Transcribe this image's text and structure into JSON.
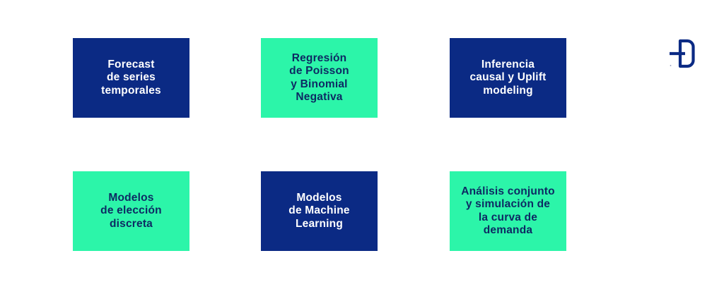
{
  "brand": {
    "logo": "brand-logo-icon",
    "dark_color": "#0b2a84",
    "light_color": "#2cf5a9"
  },
  "tiles": [
    {
      "label": "Forecast\nde series\ntemporales",
      "style": "dark"
    },
    {
      "label": "Regresión\nde Poisson\ny Binomial\nNegativa",
      "style": "light"
    },
    {
      "label": "Inferencia\ncausal y Uplift\nmodeling",
      "style": "dark"
    },
    {
      "label": "Modelos\nde elección\ndiscreta",
      "style": "light"
    },
    {
      "label": "Modelos\nde Machine\nLearning",
      "style": "dark"
    },
    {
      "label": "Análisis conjunto\ny simulación de\nla curva de\ndemanda",
      "style": "light"
    }
  ]
}
